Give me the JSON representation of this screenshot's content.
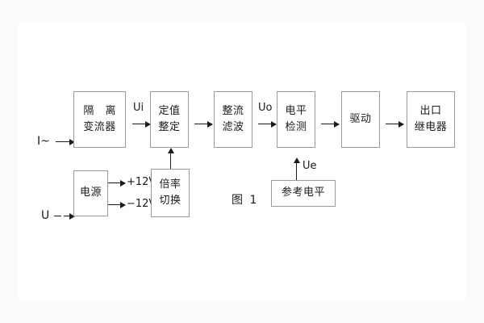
{
  "figure": {
    "caption": "图 1",
    "caption_name": "figure-caption"
  },
  "colors": {
    "page_background": "#fbfbfb",
    "paper_background": "#ffffff",
    "box_border": "#9a9a9a",
    "ink": "#1b1b1b"
  },
  "blocks": [
    {
      "id": "isolation-transformer",
      "line1": "隔  离",
      "line2": "变流器"
    },
    {
      "id": "setting-value",
      "line1": "定值",
      "line2": "整定"
    },
    {
      "id": "rectifier-filter",
      "line1": "整流",
      "line2": "滤波"
    },
    {
      "id": "level-detection",
      "line1": "电平",
      "line2": "检测"
    },
    {
      "id": "driver",
      "line1": "驱动",
      "line2": ""
    },
    {
      "id": "output-relay",
      "line1": "出口",
      "line2": "继电器"
    },
    {
      "id": "power-supply",
      "line1": "电源",
      "line2": ""
    },
    {
      "id": "multiplier-switch",
      "line1": "倍率",
      "line2": "切换"
    },
    {
      "id": "reference-level",
      "line1": "参考电平",
      "line2": ""
    }
  ],
  "signals": {
    "current_input": "I~",
    "voltage_input": "U",
    "ui": "Ui",
    "uo": "Uo",
    "ue": "Ue",
    "supply_positive": "+12V",
    "supply_negative": "−12V"
  }
}
